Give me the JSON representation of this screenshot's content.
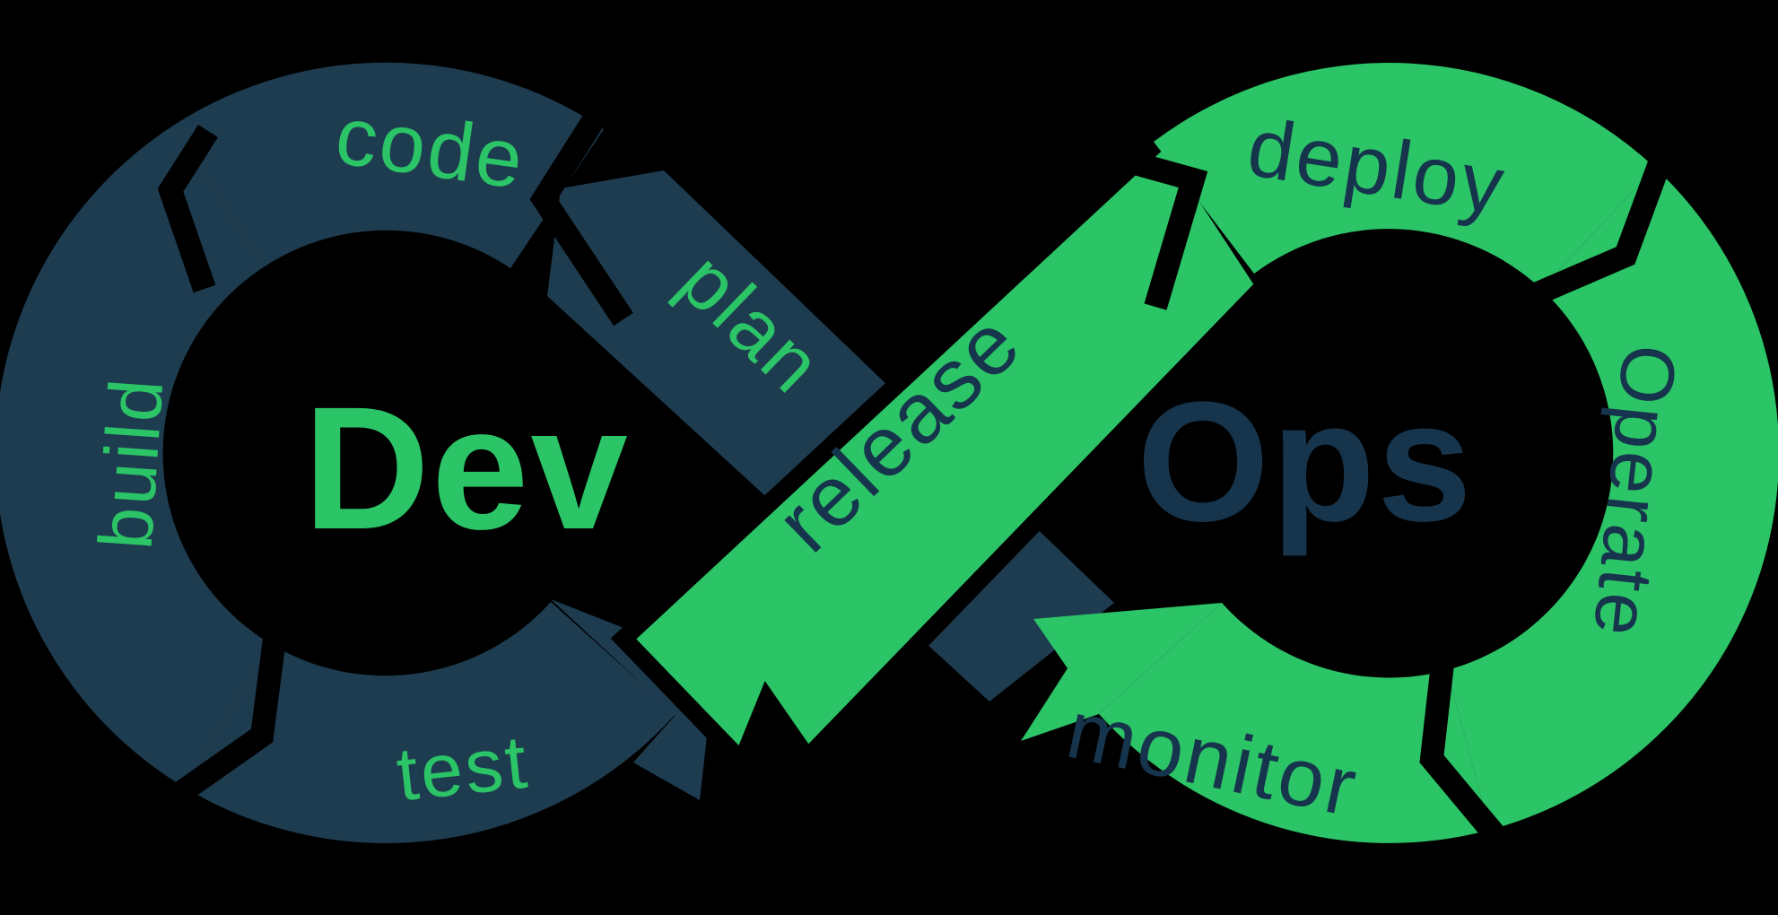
{
  "diagram": {
    "dev_label": "Dev",
    "ops_label": "Ops",
    "stages": {
      "plan": "plan",
      "code": "code",
      "build": "build",
      "test": "test",
      "release": "release",
      "deploy": "deploy",
      "operate": "Operate",
      "monitor": "monitor"
    },
    "colors": {
      "background": "#000000",
      "dev_loop_navy": "#1e3c50",
      "ops_loop_green": "#2bc466",
      "dev_text_green": "#2bc466",
      "ops_text_navy": "#16354d"
    }
  }
}
